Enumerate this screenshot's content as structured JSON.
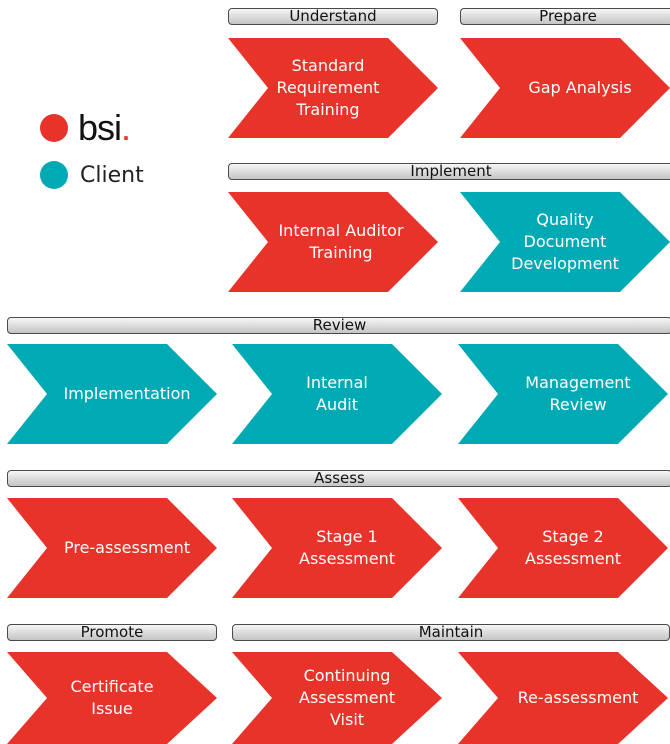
{
  "legend": {
    "bsi": {
      "logo_text": "bsi.",
      "color": "#e8332a"
    },
    "client": {
      "label": "Client",
      "color": "#00aab5"
    }
  },
  "stages": {
    "understand": "Understand",
    "prepare": "Prepare",
    "implement": "Implement",
    "review": "Review",
    "assess": "Assess",
    "promote": "Promote",
    "maintain": "Maintain"
  },
  "steps": {
    "standard_requirement_training": {
      "label": "Standard\nRequirement\nTraining",
      "owner": "bsi"
    },
    "gap_analysis": {
      "label": "Gap Analysis",
      "owner": "bsi"
    },
    "internal_auditor_training": {
      "label": "Internal Auditor\nTraining",
      "owner": "bsi"
    },
    "quality_document_development": {
      "label": "Quality\nDocument\nDevelopment",
      "owner": "client"
    },
    "implementation": {
      "label": "Implementation",
      "owner": "client"
    },
    "internal_audit": {
      "label": "Internal\nAudit",
      "owner": "client"
    },
    "management_review": {
      "label": "Management\nReview",
      "owner": "client"
    },
    "pre_assessment": {
      "label": "Pre-assessment",
      "owner": "bsi"
    },
    "stage1_assessment": {
      "label": "Stage 1\nAssessment",
      "owner": "bsi"
    },
    "stage2_assessment": {
      "label": "Stage 2\nAssessment",
      "owner": "bsi"
    },
    "certificate_issue": {
      "label": "Certificate\nIssue",
      "owner": "bsi"
    },
    "continuing_assessment_visit": {
      "label": "Continuing\nAssessment\nVisit",
      "owner": "bsi"
    },
    "re_assessment": {
      "label": "Re-assessment",
      "owner": "bsi"
    }
  },
  "colors": {
    "bsi": "#e8332a",
    "client": "#00aab5"
  }
}
